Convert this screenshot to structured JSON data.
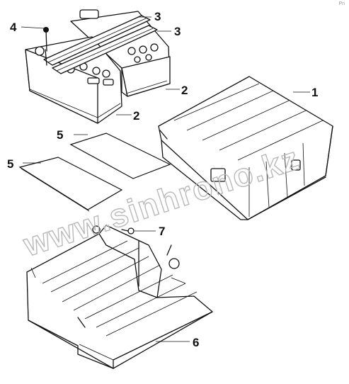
{
  "figure": {
    "corner_mark": "Pn",
    "watermark": "www.sinhrono.kz",
    "callouts": [
      {
        "id": "c1",
        "label": "1"
      },
      {
        "id": "c2a",
        "label": "2"
      },
      {
        "id": "c2b",
        "label": "2"
      },
      {
        "id": "c3a",
        "label": "3"
      },
      {
        "id": "c3b",
        "label": "3"
      },
      {
        "id": "c4",
        "label": "4"
      },
      {
        "id": "c5a",
        "label": "5"
      },
      {
        "id": "c5b",
        "label": "5"
      },
      {
        "id": "c6",
        "label": "6"
      },
      {
        "id": "c7",
        "label": "7"
      }
    ]
  }
}
